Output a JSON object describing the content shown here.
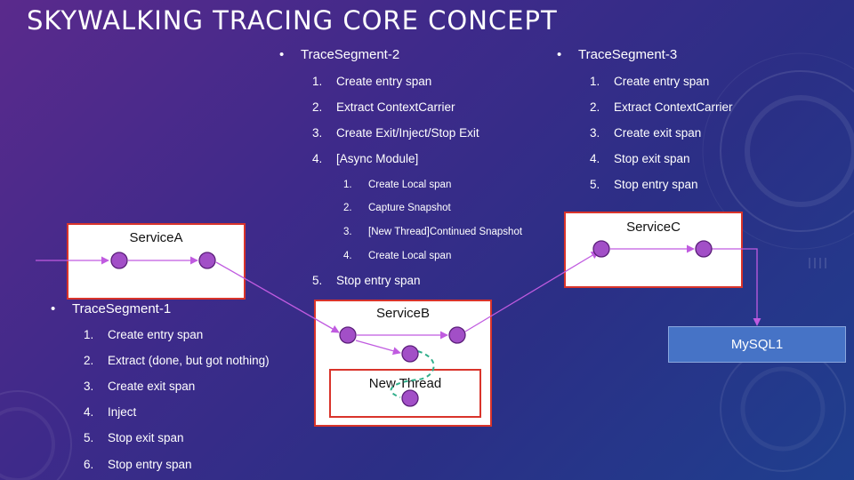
{
  "slide": {
    "title": "SKYWALKING TRACING CORE CONCEPT"
  },
  "segment1": {
    "title": "TraceSegment-1",
    "steps": [
      {
        "num": "1.",
        "text": "Create entry span"
      },
      {
        "num": "2.",
        "text": "Extract (done, but got nothing)"
      },
      {
        "num": "3.",
        "text": "Create exit span"
      },
      {
        "num": "4.",
        "text": "Inject"
      },
      {
        "num": "5.",
        "text": "Stop exit span"
      },
      {
        "num": "6.",
        "text": "Stop entry span"
      }
    ]
  },
  "segment2": {
    "title": "TraceSegment-2",
    "steps": [
      {
        "num": "1.",
        "text": "Create entry span"
      },
      {
        "num": "2.",
        "text": "Extract ContextCarrier"
      },
      {
        "num": "3.",
        "text": "Create Exit/Inject/Stop Exit"
      },
      {
        "num": "4.",
        "text": "[Async Module]"
      },
      {
        "num": "5.",
        "text": "Stop entry span"
      }
    ],
    "async_steps": [
      {
        "num": "1.",
        "text": "Create Local span"
      },
      {
        "num": "2.",
        "text": "Capture Snapshot"
      },
      {
        "num": "3.",
        "text": "[New Thread]Continued  Snapshot"
      },
      {
        "num": "4.",
        "text": "Create Local span"
      }
    ]
  },
  "segment3": {
    "title": "TraceSegment-3",
    "steps": [
      {
        "num": "1.",
        "text": "Create entry span"
      },
      {
        "num": "2.",
        "text": "Extract ContextCarrier"
      },
      {
        "num": "3.",
        "text": "Create exit span"
      },
      {
        "num": "4.",
        "text": "Stop exit span"
      },
      {
        "num": "5.",
        "text": "Stop entry span"
      }
    ]
  },
  "diagram": {
    "service_a": "ServiceA",
    "service_b": "ServiceB",
    "service_c": "ServiceC",
    "new_thread": "New Thread",
    "database": "MySQL1"
  },
  "colors": {
    "node_fill": "#a24fc7",
    "node_stroke": "#5b1f7a",
    "arrow": "#c05be0",
    "box_border": "#d9342b",
    "db_fill": "#4673c6",
    "thread_link": "#2fae8a"
  }
}
